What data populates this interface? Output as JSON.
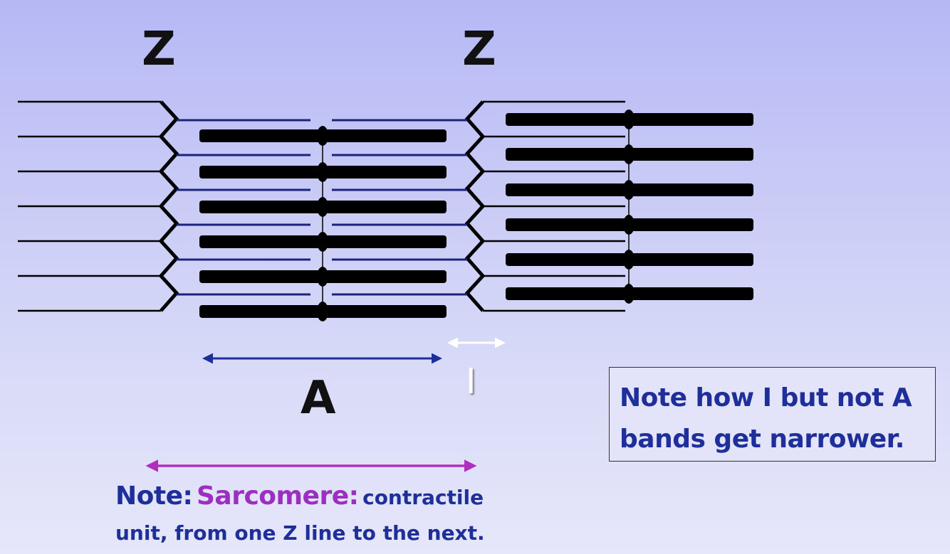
{
  "labels": {
    "z_left": "Z",
    "z_right": "Z",
    "a_band": "A",
    "i_band": "I"
  },
  "note_box": {
    "text": "Note how I but not A bands get narrower."
  },
  "sarcomere_note": {
    "prefix": "Note:",
    "term": "Sarcomere:",
    "definition_line1": "contractile",
    "definition_line2": "unit, from one Z line to the next."
  },
  "colors": {
    "thick_filament": "#000000",
    "thin_filament": "#1a237e",
    "a_band_arrow": "#1f2f9a",
    "i_band_arrow": "#ffffff",
    "sarcomere_arrow": "#b02fc0",
    "text_blue": "#1f2f9a",
    "text_purple": "#9b2fc0"
  }
}
